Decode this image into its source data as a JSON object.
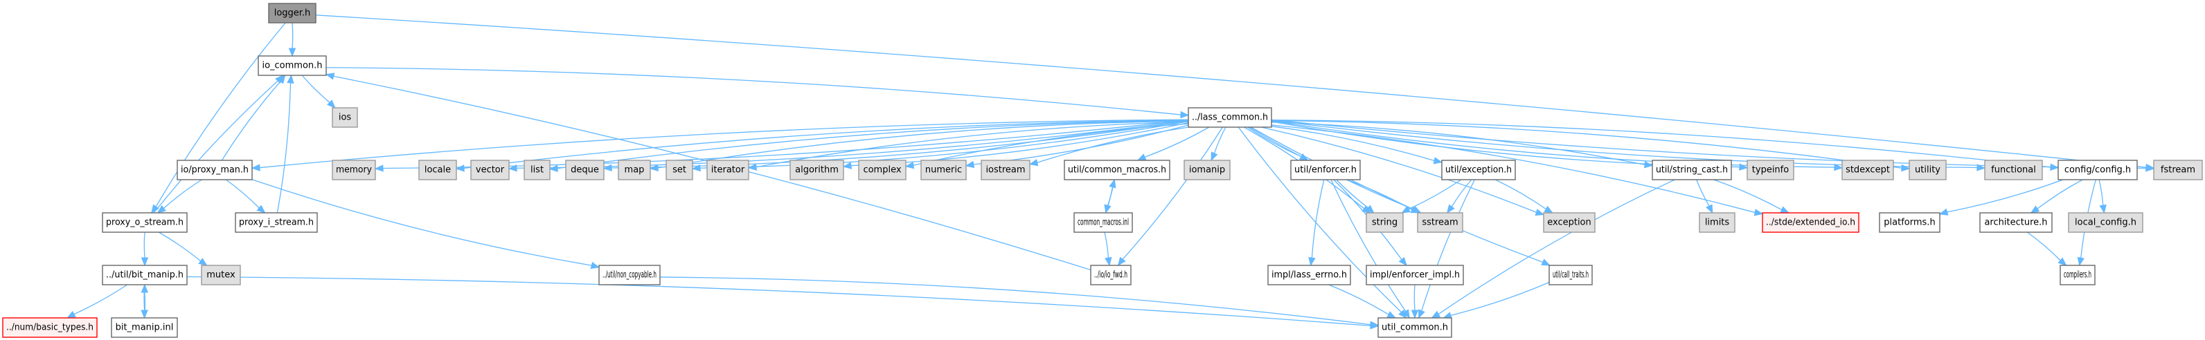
{
  "graph": {
    "type": "include-dependency-graph",
    "root": "logger.h",
    "colors": {
      "edge": "#63b8ff",
      "root_fill": "#999999",
      "local_fill": "#ffffff",
      "external_fill": "#e0e0e0",
      "missing_fill": "#fff0f0",
      "missing_border": "#ff0000"
    },
    "nodes": [
      {
        "id": "logger",
        "label": "logger.h",
        "kind": "root"
      },
      {
        "id": "io_common",
        "label": "io_common.h",
        "kind": "local"
      },
      {
        "id": "ios",
        "label": "ios",
        "kind": "external"
      },
      {
        "id": "lass_common",
        "label": "../lass_common.h",
        "kind": "local"
      },
      {
        "id": "proxy_man",
        "label": "io/proxy_man.h",
        "kind": "local"
      },
      {
        "id": "proxy_o_stream",
        "label": "proxy_o_stream.h",
        "kind": "local"
      },
      {
        "id": "proxy_i_stream",
        "label": "proxy_i_stream.h",
        "kind": "local"
      },
      {
        "id": "bit_manip_h",
        "label": "../util/bit_manip.h",
        "kind": "local"
      },
      {
        "id": "mutex",
        "label": "mutex",
        "kind": "external"
      },
      {
        "id": "basic_types",
        "label": "../num/basic_types.h",
        "kind": "missing"
      },
      {
        "id": "bit_manip_inl",
        "label": "bit_manip.inl",
        "kind": "local"
      },
      {
        "id": "memory",
        "label": "memory",
        "kind": "external"
      },
      {
        "id": "locale",
        "label": "locale",
        "kind": "external"
      },
      {
        "id": "vector",
        "label": "vector",
        "kind": "external"
      },
      {
        "id": "list",
        "label": "list",
        "kind": "external"
      },
      {
        "id": "deque",
        "label": "deque",
        "kind": "external"
      },
      {
        "id": "map",
        "label": "map",
        "kind": "external"
      },
      {
        "id": "set",
        "label": "set",
        "kind": "external"
      },
      {
        "id": "iterator",
        "label": "iterator",
        "kind": "external"
      },
      {
        "id": "algorithm",
        "label": "algorithm",
        "kind": "external"
      },
      {
        "id": "complex",
        "label": "complex",
        "kind": "external"
      },
      {
        "id": "numeric",
        "label": "numeric",
        "kind": "external"
      },
      {
        "id": "iostream",
        "label": "iostream",
        "kind": "external"
      },
      {
        "id": "common_macros_h",
        "label": "util/common_macros.h",
        "kind": "local"
      },
      {
        "id": "common_macros_inl",
        "label": "common_macros.inl",
        "kind": "local"
      },
      {
        "id": "io_fwd",
        "label": "../io/io_fwd.h",
        "kind": "local"
      },
      {
        "id": "non_copyable",
        "label": "../util/non_copyable.h",
        "kind": "local"
      },
      {
        "id": "iomanip",
        "label": "iomanip",
        "kind": "external"
      },
      {
        "id": "enforcer",
        "label": "util/enforcer.h",
        "kind": "local"
      },
      {
        "id": "string",
        "label": "string",
        "kind": "external"
      },
      {
        "id": "sstream",
        "label": "sstream",
        "kind": "external"
      },
      {
        "id": "lass_errno",
        "label": "impl/lass_errno.h",
        "kind": "local"
      },
      {
        "id": "enforcer_impl",
        "label": "impl/enforcer_impl.h",
        "kind": "local"
      },
      {
        "id": "util_common",
        "label": "util_common.h",
        "kind": "local"
      },
      {
        "id": "exception_h",
        "label": "util/exception.h",
        "kind": "local"
      },
      {
        "id": "exception",
        "label": "exception",
        "kind": "external"
      },
      {
        "id": "call_traits",
        "label": "util/call_traits.h",
        "kind": "local"
      },
      {
        "id": "string_cast",
        "label": "util/string_cast.h",
        "kind": "local"
      },
      {
        "id": "typeinfo",
        "label": "typeinfo",
        "kind": "external"
      },
      {
        "id": "limits",
        "label": "limits",
        "kind": "external"
      },
      {
        "id": "extended_io",
        "label": "../stde/extended_io.h",
        "kind": "missing"
      },
      {
        "id": "stdexcept",
        "label": "stdexcept",
        "kind": "external"
      },
      {
        "id": "utility",
        "label": "utility",
        "kind": "external"
      },
      {
        "id": "functional",
        "label": "functional",
        "kind": "external"
      },
      {
        "id": "config",
        "label": "config/config.h",
        "kind": "local"
      },
      {
        "id": "fstream",
        "label": "fstream",
        "kind": "external"
      },
      {
        "id": "platforms",
        "label": "platforms.h",
        "kind": "local"
      },
      {
        "id": "architecture",
        "label": "architecture.h",
        "kind": "local"
      },
      {
        "id": "local_config",
        "label": "local_config.h",
        "kind": "external"
      },
      {
        "id": "compilers",
        "label": "compilers.h",
        "kind": "local"
      }
    ],
    "edges": [
      [
        "logger",
        "io_common"
      ],
      [
        "logger",
        "proxy_o_stream"
      ],
      [
        "logger",
        "fstream"
      ],
      [
        "io_common",
        "ios"
      ],
      [
        "io_common",
        "lass_common"
      ],
      [
        "lass_common",
        "proxy_man"
      ],
      [
        "lass_common",
        "memory"
      ],
      [
        "lass_common",
        "locale"
      ],
      [
        "lass_common",
        "vector"
      ],
      [
        "lass_common",
        "list"
      ],
      [
        "lass_common",
        "deque"
      ],
      [
        "lass_common",
        "map"
      ],
      [
        "lass_common",
        "set"
      ],
      [
        "lass_common",
        "iterator"
      ],
      [
        "lass_common",
        "algorithm"
      ],
      [
        "lass_common",
        "complex"
      ],
      [
        "lass_common",
        "numeric"
      ],
      [
        "lass_common",
        "iostream"
      ],
      [
        "lass_common",
        "common_macros_h"
      ],
      [
        "lass_common",
        "iomanip"
      ],
      [
        "lass_common",
        "io_fwd"
      ],
      [
        "lass_common",
        "enforcer"
      ],
      [
        "lass_common",
        "string"
      ],
      [
        "lass_common",
        "sstream"
      ],
      [
        "lass_common",
        "exception_h"
      ],
      [
        "lass_common",
        "util_common"
      ],
      [
        "lass_common",
        "exception"
      ],
      [
        "lass_common",
        "call_traits"
      ],
      [
        "lass_common",
        "string_cast"
      ],
      [
        "lass_common",
        "typeinfo"
      ],
      [
        "lass_common",
        "extended_io"
      ],
      [
        "lass_common",
        "stdexcept"
      ],
      [
        "lass_common",
        "utility"
      ],
      [
        "lass_common",
        "functional"
      ],
      [
        "lass_common",
        "config"
      ],
      [
        "lass_common",
        "fstream"
      ],
      [
        "proxy_man",
        "io_common"
      ],
      [
        "proxy_man",
        "proxy_o_stream"
      ],
      [
        "proxy_man",
        "proxy_i_stream"
      ],
      [
        "proxy_man",
        "non_copyable"
      ],
      [
        "proxy_o_stream",
        "io_common"
      ],
      [
        "proxy_o_stream",
        "bit_manip_h"
      ],
      [
        "proxy_o_stream",
        "mutex"
      ],
      [
        "proxy_i_stream",
        "io_common"
      ],
      [
        "bit_manip_h",
        "basic_types"
      ],
      [
        "bit_manip_h",
        "bit_manip_inl"
      ],
      [
        "bit_manip_h",
        "util_common"
      ],
      [
        "bit_manip_inl",
        "bit_manip_h"
      ],
      [
        "common_macros_h",
        "common_macros_inl"
      ],
      [
        "common_macros_inl",
        "common_macros_h"
      ],
      [
        "common_macros_inl",
        "io_fwd"
      ],
      [
        "io_fwd",
        "io_common"
      ],
      [
        "non_copyable",
        "util_common"
      ],
      [
        "enforcer",
        "string"
      ],
      [
        "enforcer",
        "sstream"
      ],
      [
        "enforcer",
        "lass_errno"
      ],
      [
        "enforcer",
        "enforcer_impl"
      ],
      [
        "enforcer",
        "util_common"
      ],
      [
        "lass_errno",
        "util_common"
      ],
      [
        "enforcer_impl",
        "util_common"
      ],
      [
        "exception_h",
        "string"
      ],
      [
        "exception_h",
        "sstream"
      ],
      [
        "exception_h",
        "exception"
      ],
      [
        "exception_h",
        "util_common"
      ],
      [
        "call_traits",
        "util_common"
      ],
      [
        "string_cast",
        "limits"
      ],
      [
        "string_cast",
        "extended_io"
      ],
      [
        "string_cast",
        "util_common"
      ],
      [
        "config",
        "platforms"
      ],
      [
        "config",
        "architecture"
      ],
      [
        "config",
        "local_config"
      ],
      [
        "config",
        "compilers"
      ],
      [
        "architecture",
        "compilers"
      ]
    ]
  }
}
